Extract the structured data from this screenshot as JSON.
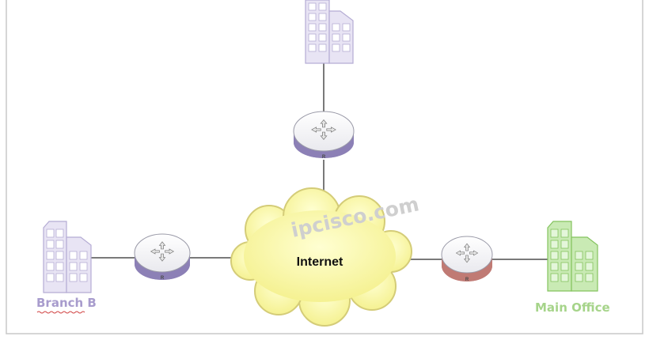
{
  "labels": {
    "site_left": "Branch B",
    "site_right": "Main Office",
    "cloud": "Internet",
    "watermark": "ipcisco.com",
    "router_mark": "R"
  },
  "colors": {
    "frame": "#c8c8c8",
    "link": "#7a7a7a",
    "building_lilac": "#e8e4f4",
    "building_lilac_stroke": "#b5acd4",
    "building_green": "#c9eab4",
    "building_green_stroke": "#84c35e",
    "router_purple": "#8c80b6",
    "router_red": "#c07a74",
    "cloud_fill": "#fafaa6",
    "cloud_stroke": "#d4cc78",
    "label_lilac": "#a89ccd",
    "label_green": "#a6d48a"
  },
  "icons": {
    "building": "office-building-icon",
    "router": "router-icon",
    "cloud": "cloud-icon"
  }
}
